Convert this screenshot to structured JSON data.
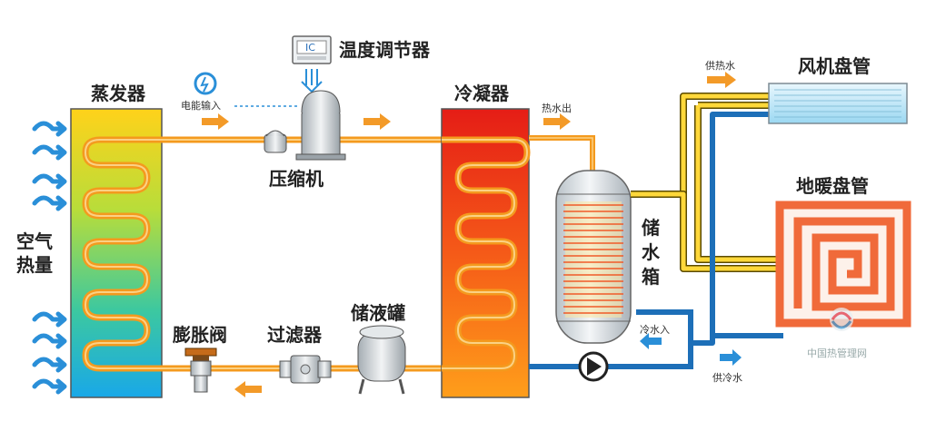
{
  "labels": {
    "evaporator": "蒸发器",
    "air_heat": "空气热量",
    "energy_input": "电能输入",
    "temp_regulator": "温度调节器",
    "ic_chip": "IC",
    "compressor": "压缩机",
    "condenser": "冷凝器",
    "hot_water_out": "热水出",
    "water_tank": "储水箱",
    "hot_water_supply": "供热水",
    "fan_coil": "风机盘管",
    "floor_heating_coil": "地暖盘管",
    "cold_water_in": "冷水入",
    "cold_water_supply": "供冷水",
    "expansion_valve": "膨胀阀",
    "filter": "过滤器",
    "liquid_receiver": "储液罐"
  },
  "watermark": "中国热管理网",
  "colors": {
    "refrigerant_pipe": "#f49a1e",
    "hot_water_pipe": "#ffd83a",
    "cold_water_pipe": "#1d6fb8",
    "air_arrow": "#2a8fd8",
    "flow_arrow": "#f39a28",
    "floor_coil": "#f06a3a"
  }
}
